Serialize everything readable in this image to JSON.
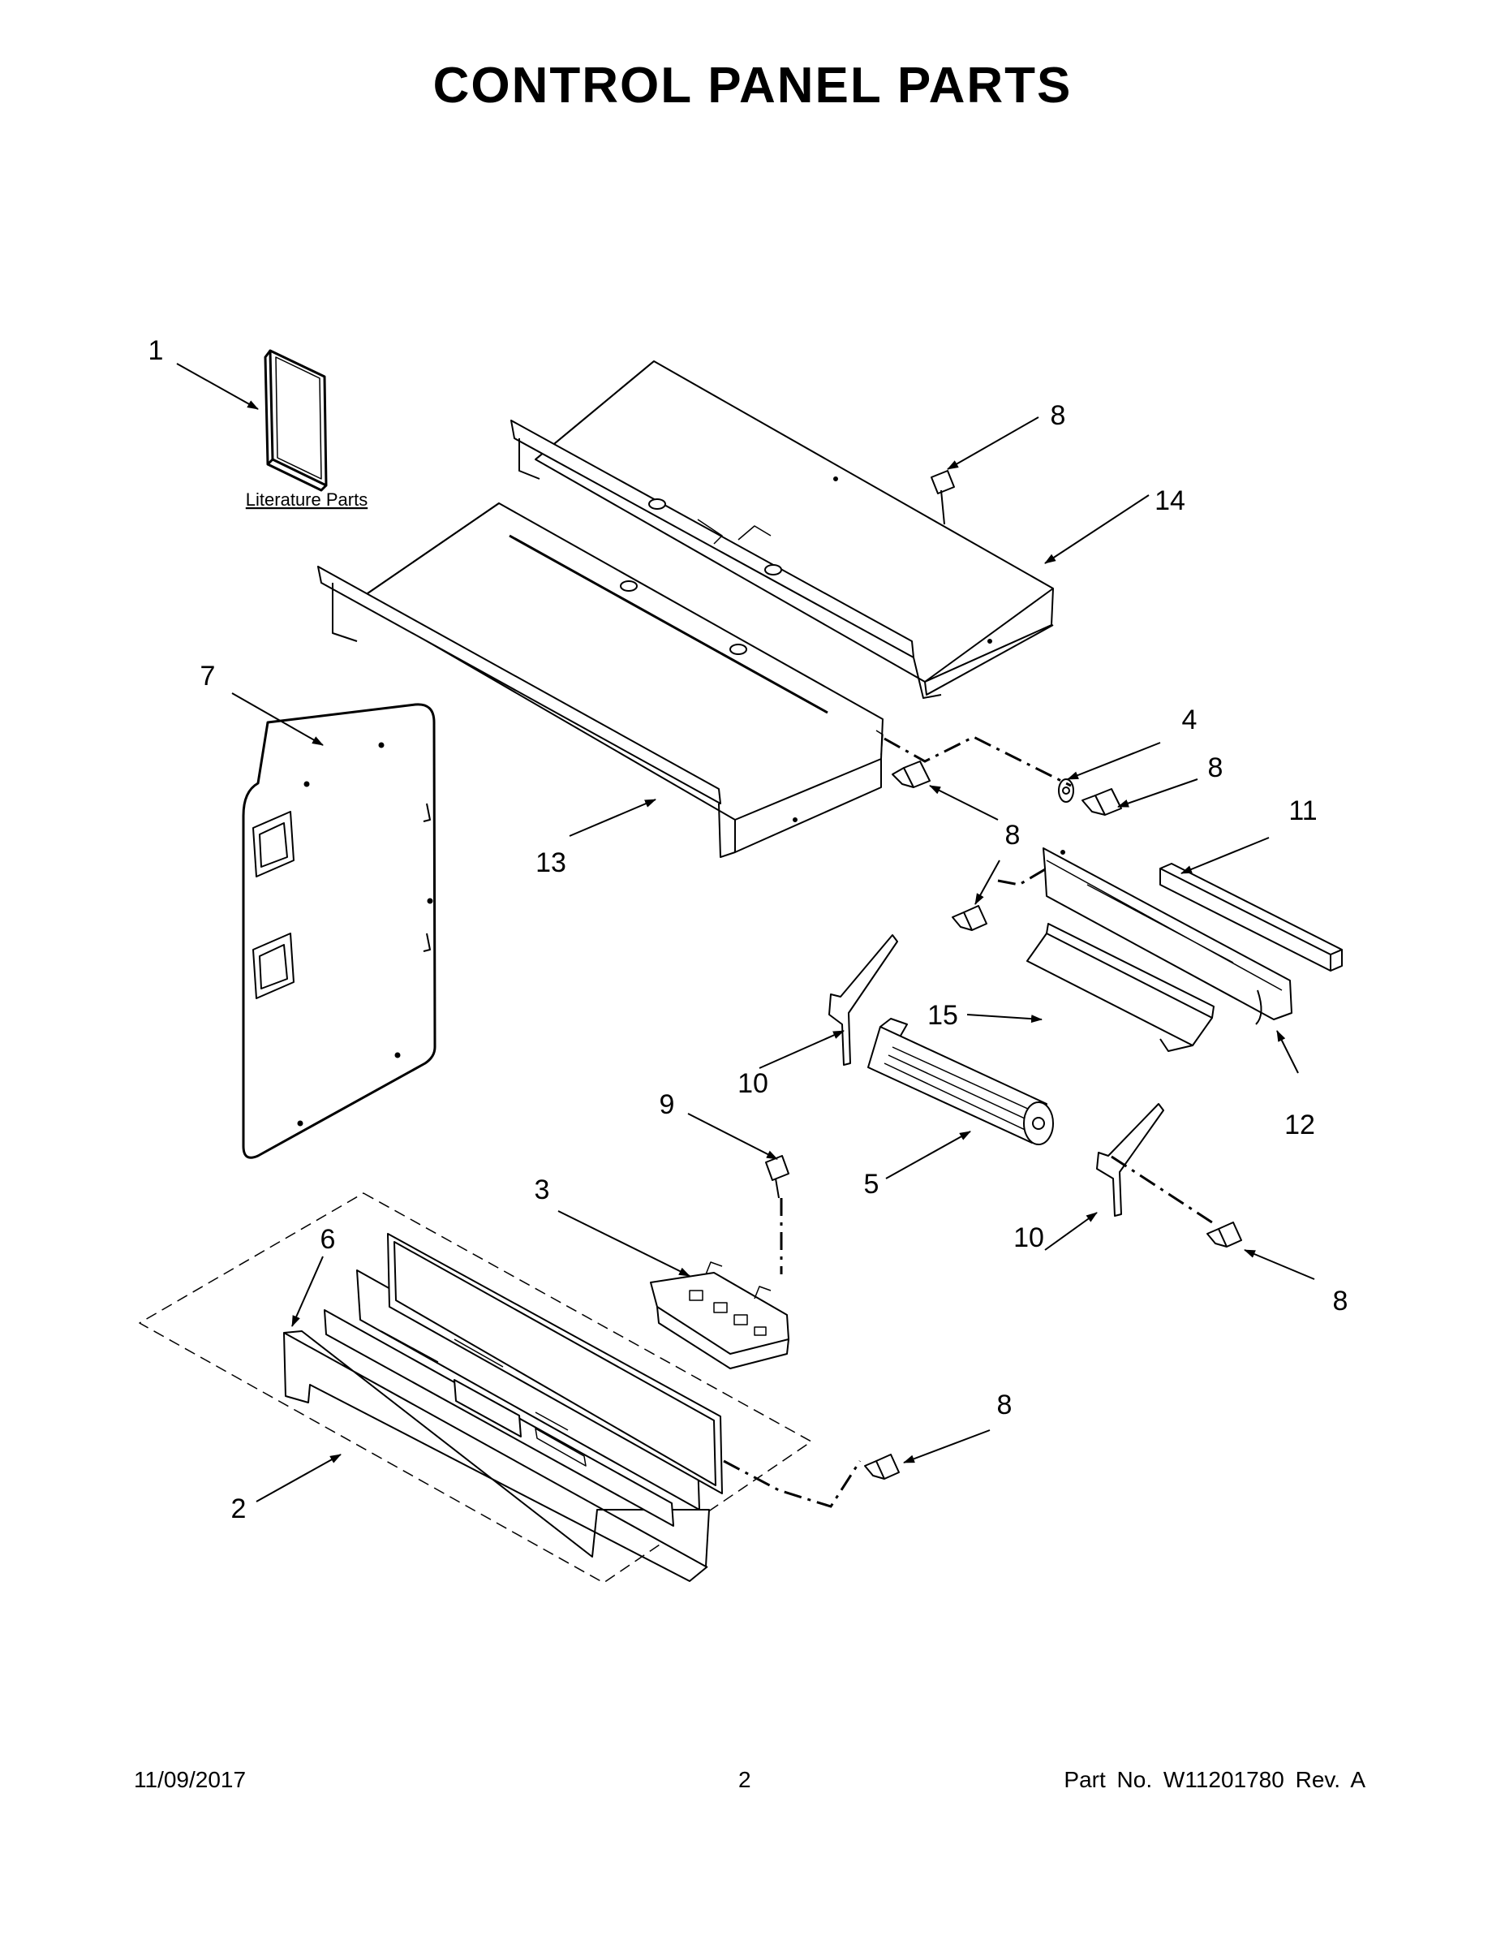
{
  "page": {
    "title": "CONTROL PANEL PARTS",
    "literature_label": "Literature Parts",
    "footer": {
      "date": "11/09/2017",
      "page_number": "2",
      "part_number": "Part No.  W11201780  Rev.  A"
    }
  },
  "callouts": {
    "c1": "1",
    "c2": "2",
    "c3": "3",
    "c4": "4",
    "c5": "5",
    "c6": "6",
    "c7": "7",
    "c8a": "8",
    "c8b": "8",
    "c8c": "8",
    "c8d": "8",
    "c8e": "8",
    "c9": "9",
    "c10a": "10",
    "c10b": "10",
    "c11": "11",
    "c12": "12",
    "c13": "13",
    "c14": "14",
    "c15": "15"
  }
}
